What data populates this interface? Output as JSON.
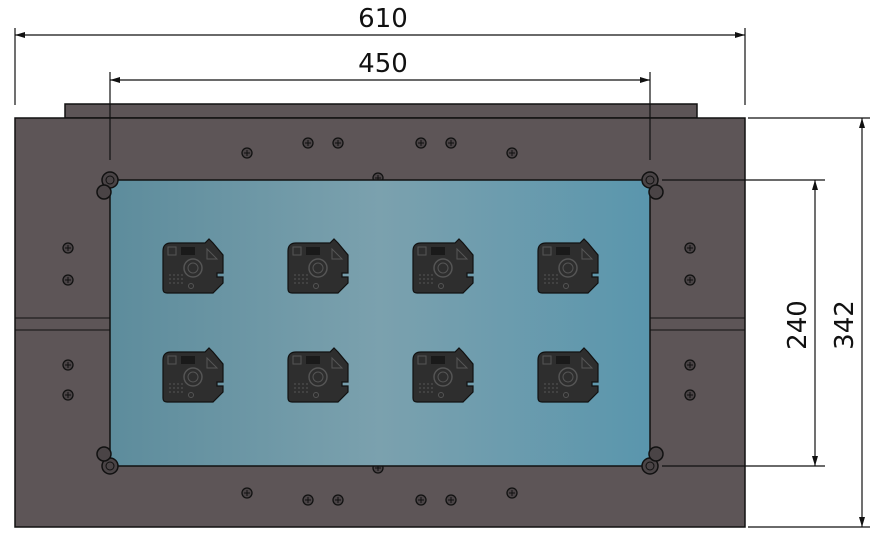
{
  "dimensions": {
    "overall_width": "610",
    "mount_width": "450",
    "mount_height": "240",
    "overall_height": "342"
  },
  "colors": {
    "plate": "#5d5557",
    "glass_edge": "#5d8c9c",
    "glass_center": "#7ba1ae",
    "glass_right": "#5a96ad",
    "board": "#2e2e2e",
    "line": "#111111"
  },
  "boards": {
    "rows": 2,
    "cols": 4
  }
}
